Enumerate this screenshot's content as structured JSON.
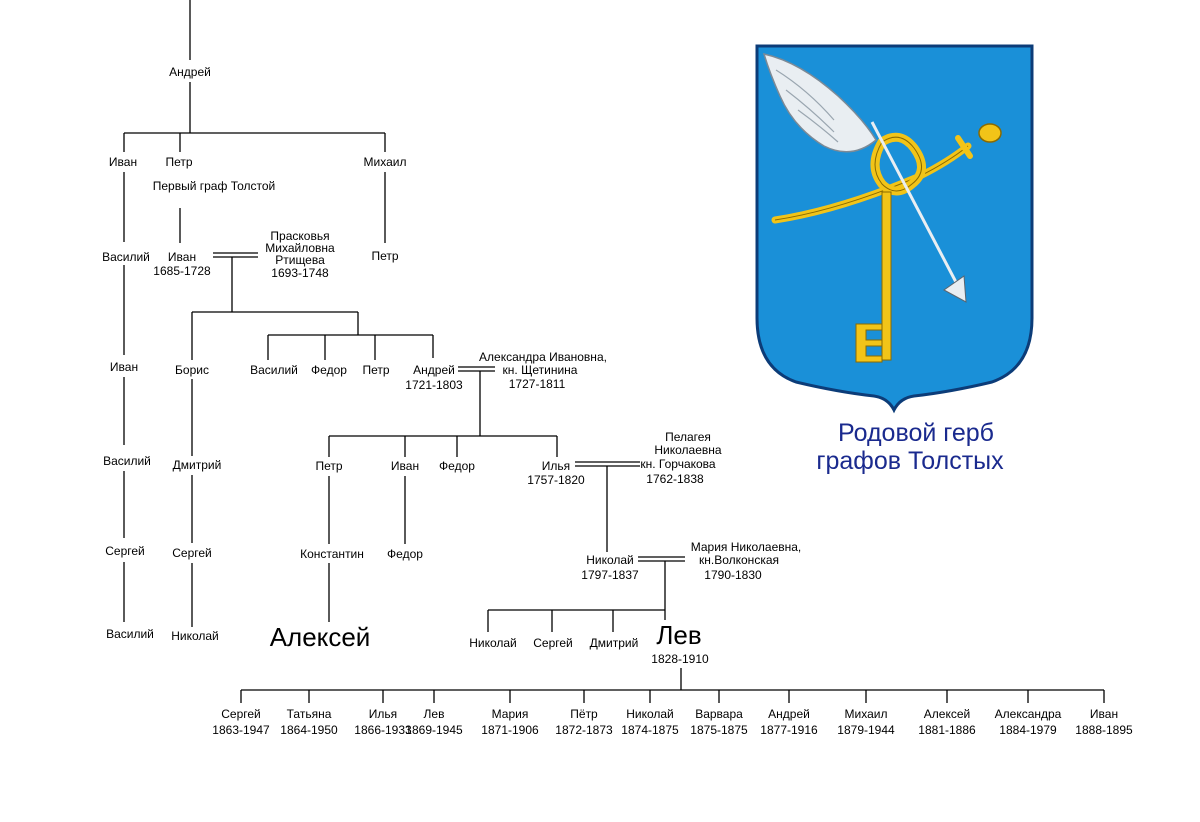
{
  "people": {
    "andrey_root": "Андрей",
    "ivan_a": "Иван",
    "petr_a": "Петр",
    "petr_a_title": "Первый граф Толстой",
    "mikhail_a": "Михаил",
    "vasily_b": "Василий",
    "ivan_b": "Иван",
    "ivan_b_years": "1685-1728",
    "praskovya": [
      "Прасковья",
      "Михайловна",
      "Ртищева",
      "1693-1748"
    ],
    "petr_b": "Петр",
    "ivan_c": "Иван",
    "boris": "Борис",
    "vasily_c": "Василий",
    "fedor_c": "Федор",
    "petr_c": "Петр",
    "andrey_c": "Андрей",
    "andrey_c_years": "1721-1803",
    "alexandra": [
      "Александра Ивановна,",
      "кн. Щетинина",
      "1727-1811"
    ],
    "vasily_d": "Василий",
    "dmitry_d": "Дмитрий",
    "petr_d": "Петр",
    "ivan_d": "Иван",
    "fedor_d": "Федор",
    "ilya_d": "Илья",
    "ilya_d_years": "1757-1820",
    "pelageya": [
      "Пелагея",
      "Николаевна",
      "кн. Горчакова",
      "1762-1838"
    ],
    "sergey_e": "Сергей",
    "sergey_e2": "Сергей",
    "konstantin": "Константин",
    "fedor_e": "Федор",
    "nikolay_e": "Николай",
    "nikolay_e_years": "1797-1837",
    "maria_v": [
      "Мария Николаевна,",
      "кн.Волконская",
      "1790-1830"
    ],
    "vasily_f": "Василий",
    "nikolay_f": "Николай",
    "alexey_f": "Алексей",
    "nikolay_g": "Николай",
    "sergey_g": "Сергей",
    "dmitry_g": "Дмитрий",
    "lev": "Лев",
    "lev_years": "1828-1910"
  },
  "children": [
    {
      "name": "Сергей",
      "years": "1863-1947"
    },
    {
      "name": "Татьяна",
      "years": "1864-1950"
    },
    {
      "name": "Илья",
      "years": "1866-1933"
    },
    {
      "name": "Лев",
      "years": "1869-1945"
    },
    {
      "name": "Мария",
      "years": "1871-1906"
    },
    {
      "name": "Пётр",
      "years": "1872-1873"
    },
    {
      "name": "Николай",
      "years": "1874-1875"
    },
    {
      "name": "Варвара",
      "years": "1875-1875"
    },
    {
      "name": "Андрей",
      "years": "1877-1916"
    },
    {
      "name": "Михаил",
      "years": "1879-1944"
    },
    {
      "name": "Алексей",
      "years": "1881-1886"
    },
    {
      "name": "Александра",
      "years": "1884-1979"
    },
    {
      "name": "Иван",
      "years": "1888-1895"
    }
  ],
  "crest": {
    "caption": [
      "Родовой герб",
      "графов Толстых"
    ],
    "colors": {
      "field": "#1a90d8",
      "gold": "#f2c418",
      "outline": "#0c3c78",
      "text": "#1a2a8e"
    }
  }
}
